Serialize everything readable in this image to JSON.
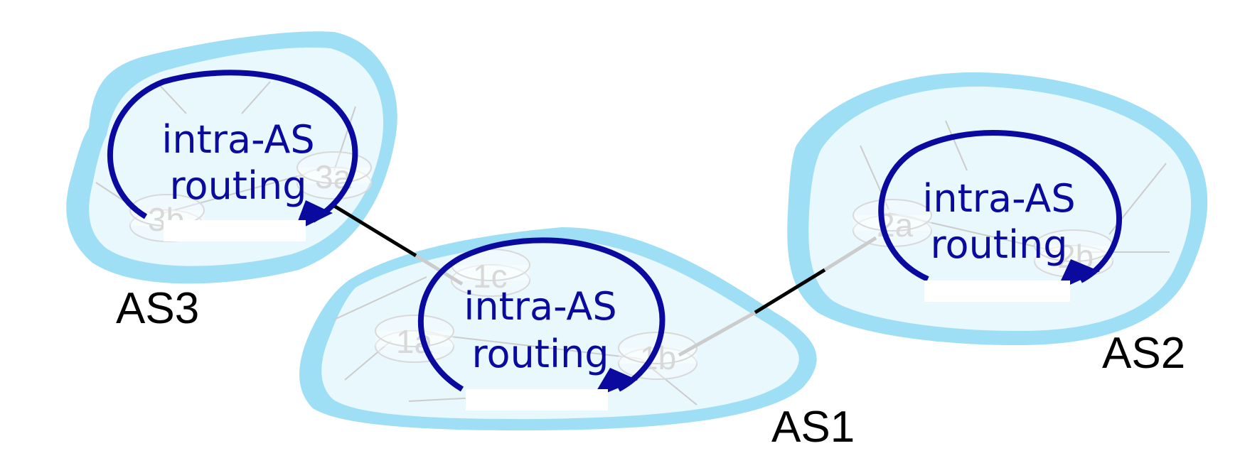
{
  "colors": {
    "cloud_border": "#9edff5",
    "cloud_fill": "#e8f8fd",
    "loop_stroke": "#0a0a9e",
    "link": "#000000",
    "faded_link": "#cccccc",
    "router": "#d9d9d9"
  },
  "systems": [
    {
      "id": "as3",
      "label": "AS3",
      "loop_text": [
        "intra-AS",
        "routing"
      ]
    },
    {
      "id": "as1",
      "label": "AS1",
      "loop_text": [
        "intra-AS",
        "routing"
      ]
    },
    {
      "id": "as2",
      "label": "AS2",
      "loop_text": [
        "intra-AS",
        "routing"
      ]
    }
  ],
  "routers": [
    {
      "id": "3a",
      "label": "3a"
    },
    {
      "id": "3b",
      "label": "3b"
    },
    {
      "id": "1c",
      "label": "1c"
    },
    {
      "id": "1a",
      "label": "1a"
    },
    {
      "id": "1b",
      "label": "1b"
    },
    {
      "id": "2a",
      "label": "2a"
    },
    {
      "id": "2b",
      "label": "2b"
    }
  ]
}
